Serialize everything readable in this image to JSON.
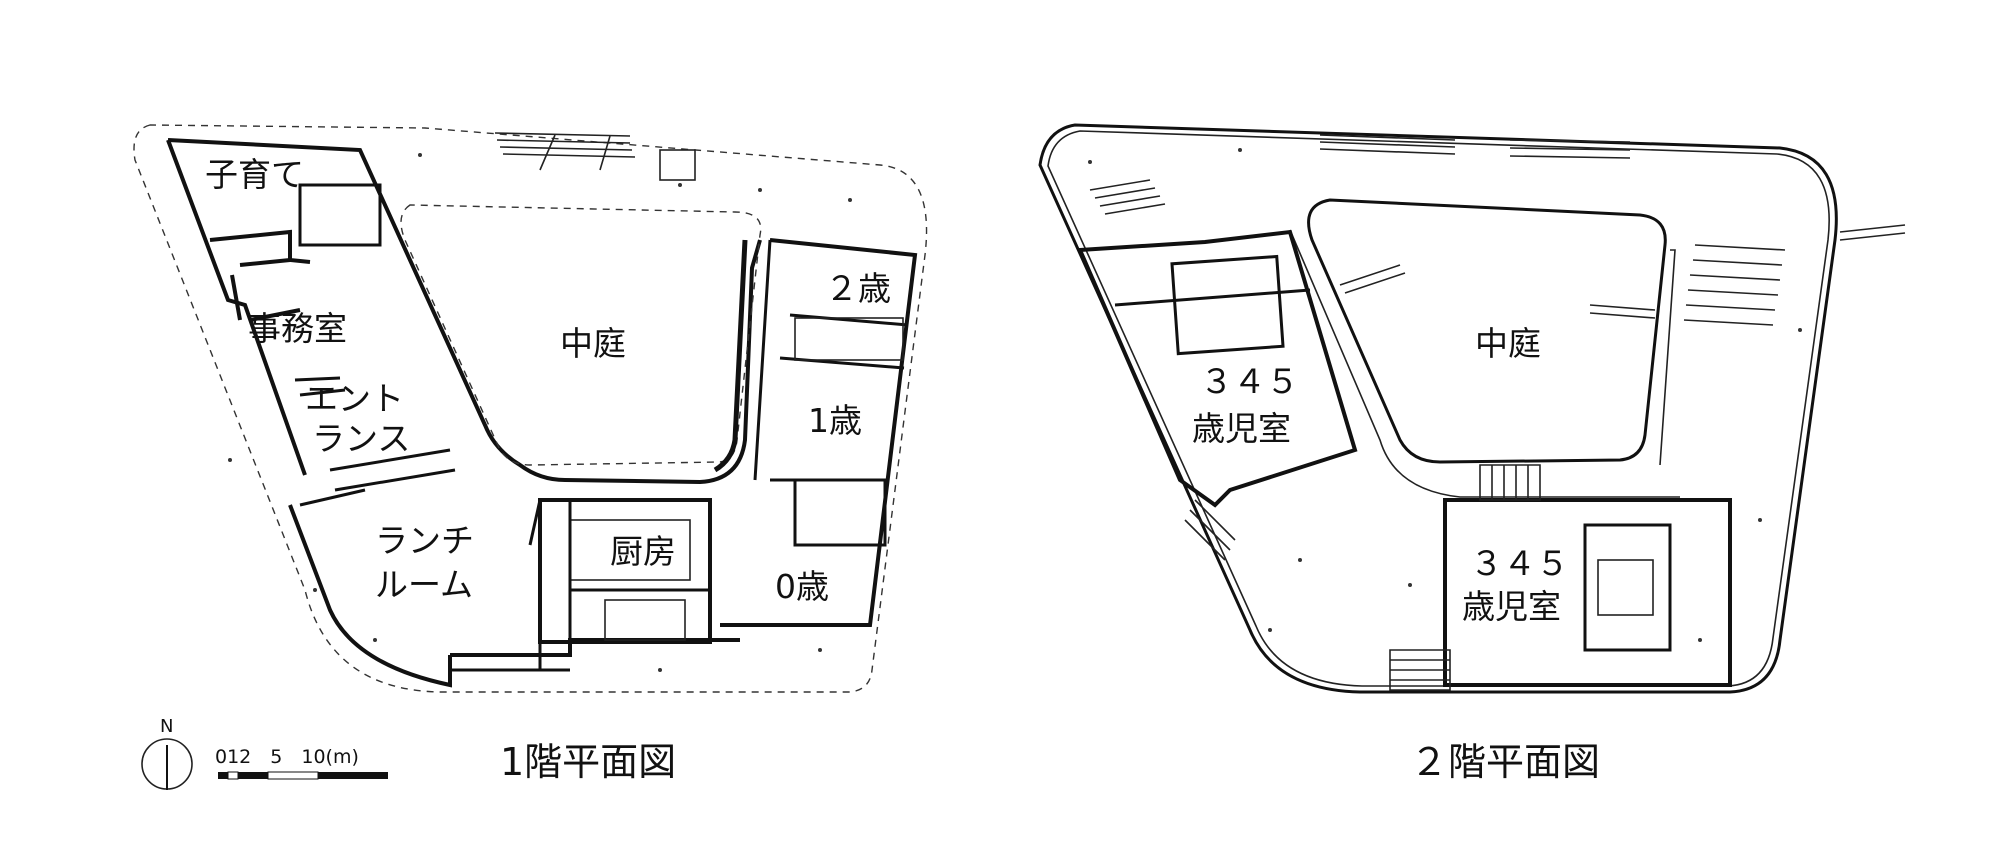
{
  "floor1": {
    "title": "1階平面図",
    "rooms": {
      "kosodate": "子育て",
      "jimushitsu": "事務室",
      "entrance_1": "エント",
      "entrance_2": "ランス",
      "nakaniwa": "中庭",
      "age2": "２歳",
      "age1": "1歳",
      "lunch_1": "ランチ",
      "lunch_2": "ルーム",
      "chubo": "厨房",
      "age0": "0歳"
    }
  },
  "floor2": {
    "title": "２階平面図",
    "rooms": {
      "nakaniwa": "中庭",
      "room_a_1": "３４５",
      "room_a_2": "歳児室",
      "room_b_1": "３４５",
      "room_b_2": "歳児室"
    }
  },
  "north_arrow": {
    "label": "N"
  },
  "scale_bar": {
    "ticks": "012　5　10(m)"
  }
}
